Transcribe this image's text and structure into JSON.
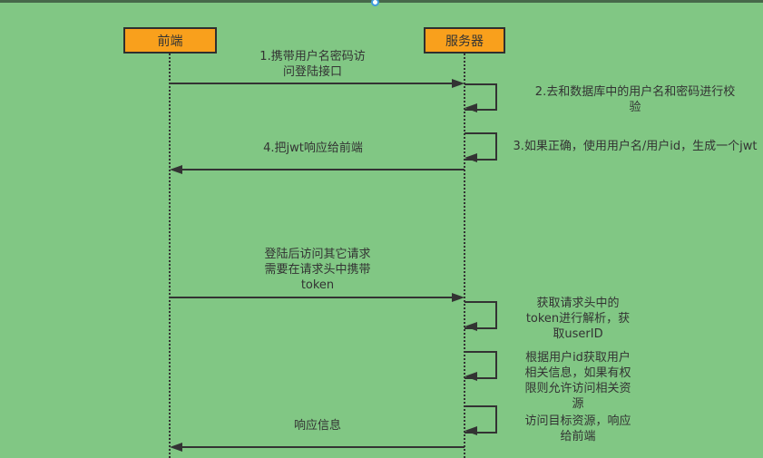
{
  "colors": {
    "canvas_background": "#81C784",
    "canvas_top_border": "#47684A",
    "actor_fill": "#F9A01C",
    "line_color": "#333333",
    "selection_handle_border": "#3F9BDC"
  },
  "actors": [
    {
      "label": "前端"
    },
    {
      "label": "服务器"
    }
  ],
  "messages": [
    {
      "type": "arrow-right",
      "label": "1.携带用户名密码访\n问登陆接口"
    },
    {
      "type": "self-loop",
      "label": "2.去和数据库中的用户名和密码进行校\n验"
    },
    {
      "type": "self-loop",
      "label": "3.如果正确，使用用户名/用户id，生成一个jwt"
    },
    {
      "type": "arrow-left",
      "label": "4.把jwt响应给前端"
    },
    {
      "type": "arrow-right",
      "label": "登陆后访问其它请求\n需要在请求头中携带\ntoken"
    },
    {
      "type": "self-loop",
      "label": "获取请求头中的\ntoken进行解析，获\n取userID"
    },
    {
      "type": "self-loop",
      "label": "根据用户id获取用户\n相关信息，如果有权\n限则允许访问相关资\n源"
    },
    {
      "type": "self-loop",
      "label": "访问目标资源，响应\n给前端"
    },
    {
      "type": "arrow-left",
      "label": "响应信息"
    }
  ]
}
